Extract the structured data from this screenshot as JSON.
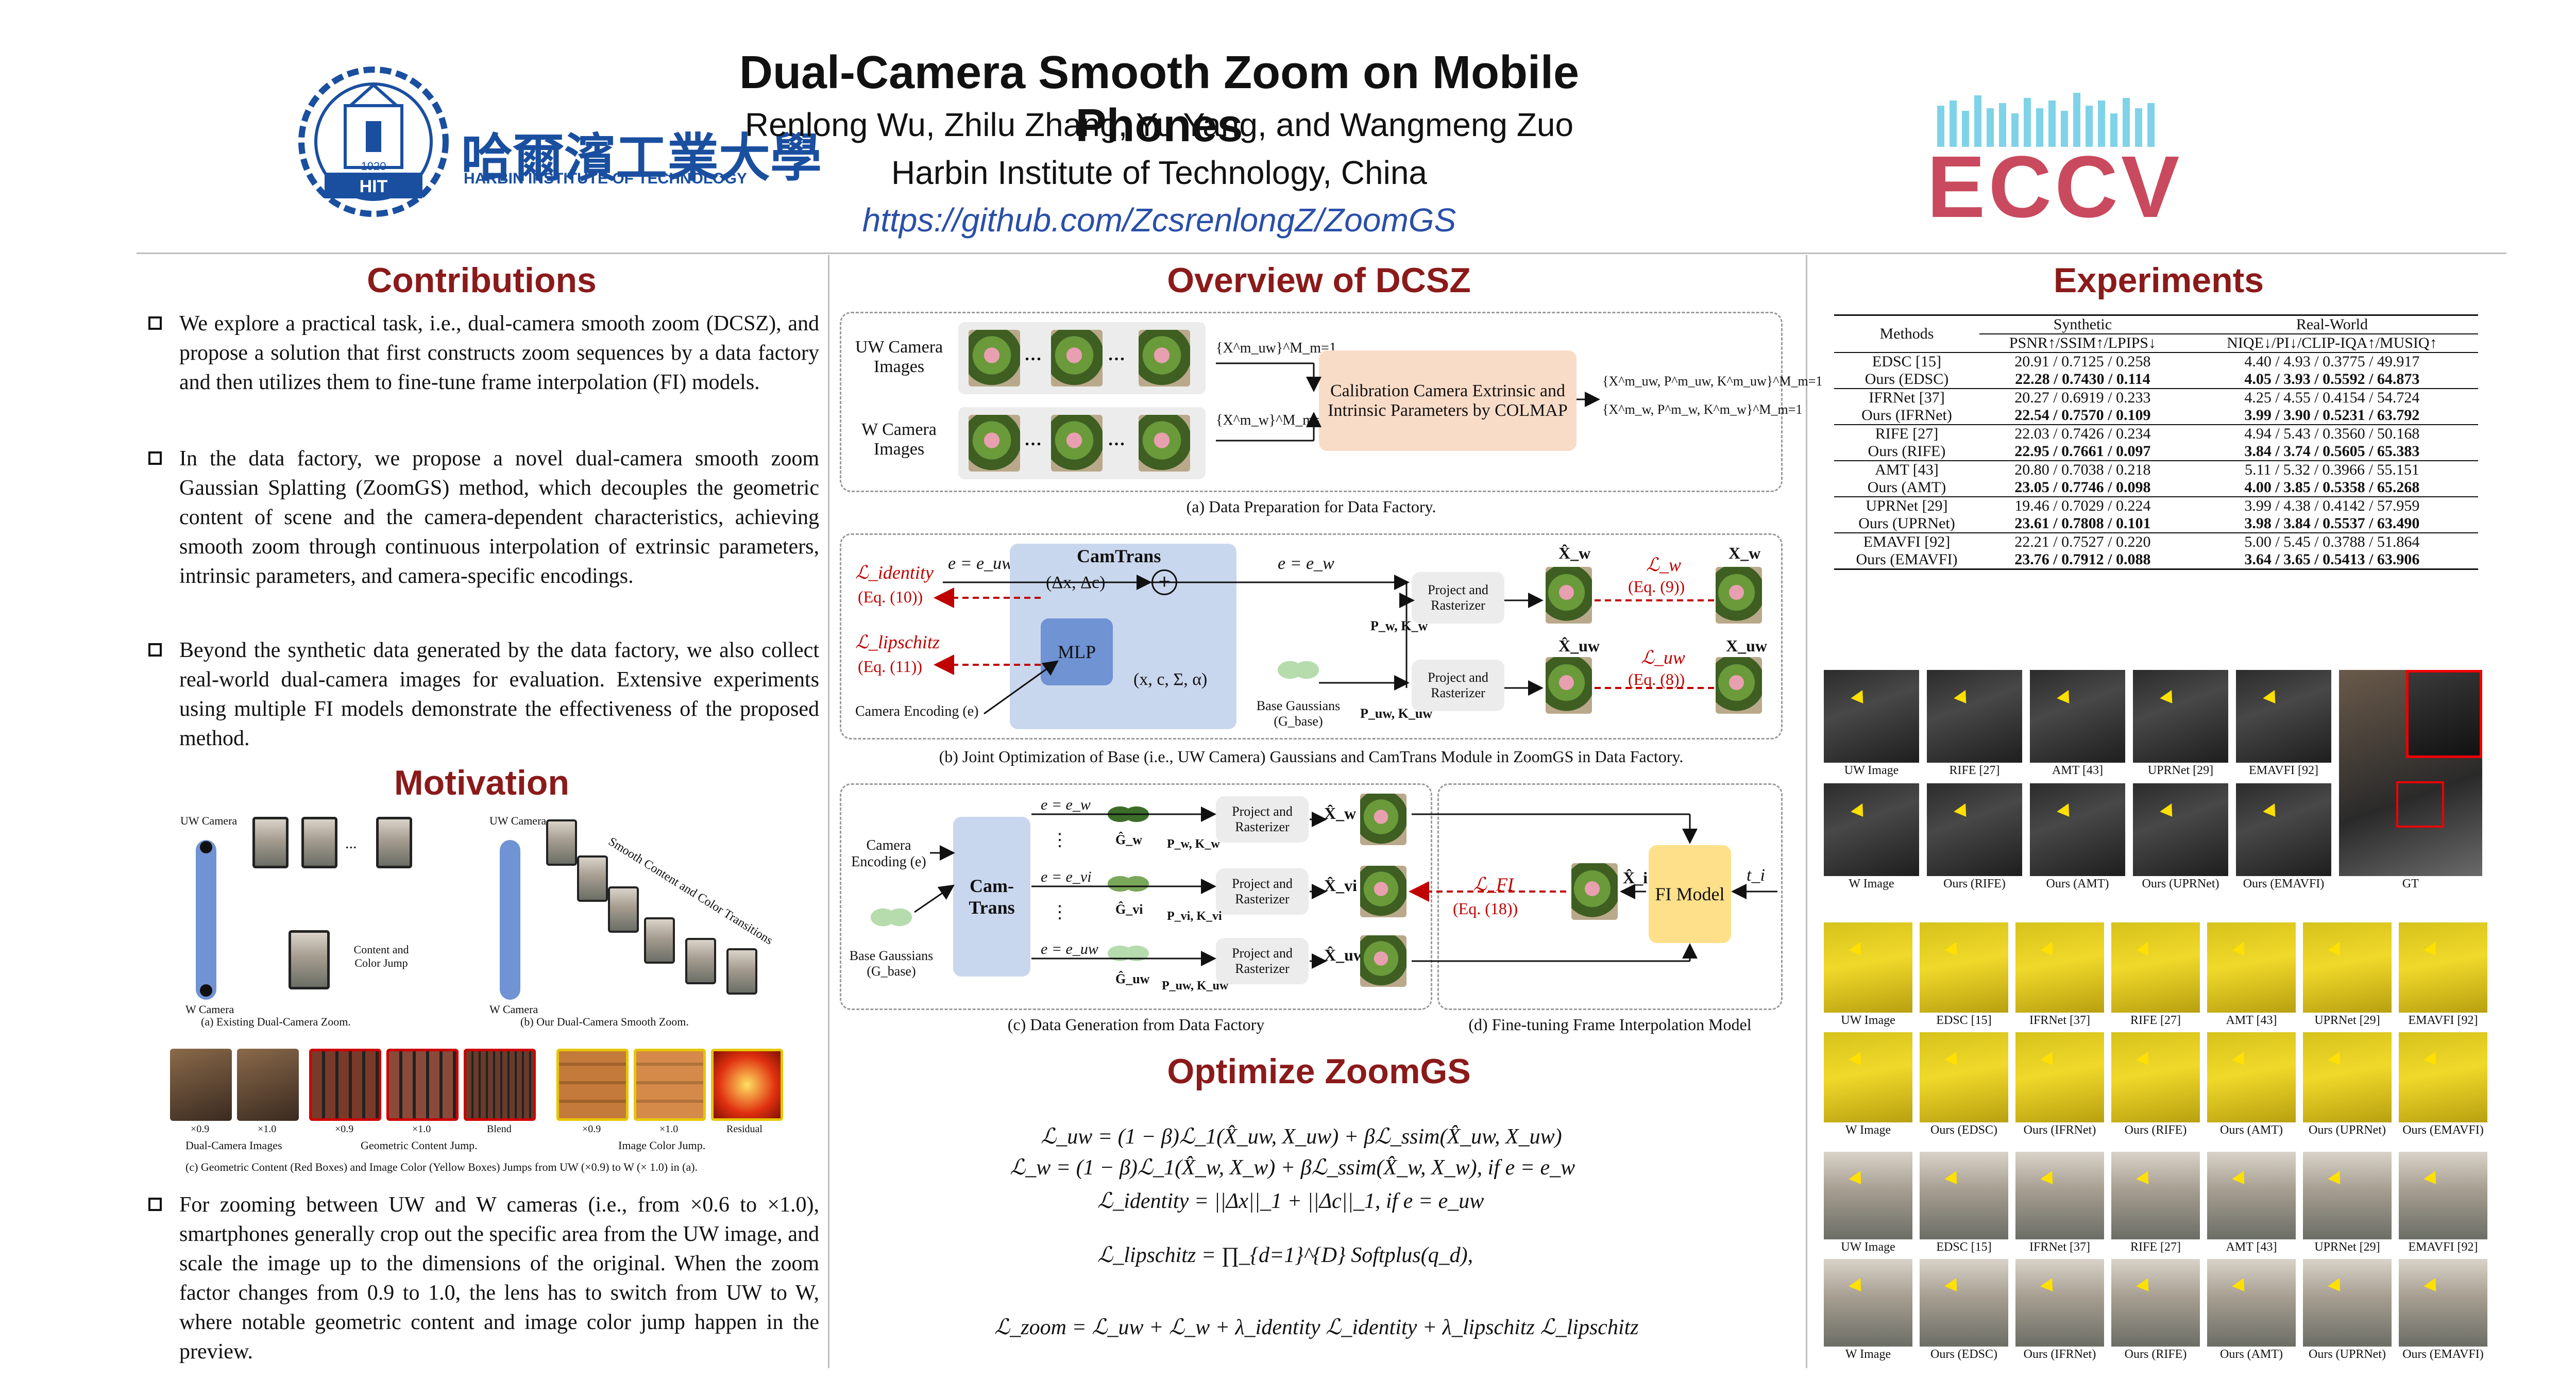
{
  "header": {
    "title": "Dual-Camera Smooth Zoom on Mobile Phones",
    "authors": "Renlong Wu, Zhilu Zhang, Yu Yang, and Wangmeng Zuo",
    "affiliation": "Harbin Institute of Technology, China",
    "link": "https://github.com/ZcsrenlongZ/ZoomGS",
    "hit_logo": {
      "chinese": "哈爾濱工業大學",
      "english": "HARBIN INSTITUTE OF TECHNOLOGY",
      "year": "1920",
      "abbr": "HIT"
    },
    "eccv_logo": "ECCV"
  },
  "contributions": {
    "title": "Contributions",
    "bullets": [
      "We explore a practical task, i.e., dual-camera smooth zoom (DCSZ), and propose a solution that first constructs zoom sequences by a data factory and then utilizes them to fine-tune frame interpolation (FI) models.",
      "In the data factory, we propose a novel dual-camera smooth zoom Gaussian Splatting (ZoomGS) method, which decouples the geometric content of scene and the camera-dependent characteristics, achieving smooth zoom through continuous interpolation of extrinsic parameters, intrinsic parameters, and camera-specific encodings.",
      "Beyond the synthetic data generated by the data factory, we also collect real-world dual-camera images for evaluation. Extensive experiments using multiple FI models demonstrate the effectiveness of the proposed method."
    ]
  },
  "motivation": {
    "title": "Motivation",
    "fig_a": {
      "uw": "UW Camera",
      "w": "W Camera",
      "jump": "Content and Color Jump",
      "cap": "(a) Existing Dual-Camera Zoom.",
      "dots": "..."
    },
    "fig_b": {
      "uw": "UW Camera",
      "w": "W Camera",
      "arc": "Smooth Content and Color Transitions",
      "cap": "(b) Our Dual-Camera Smooth Zoom."
    },
    "fig_c": {
      "g1": {
        "l1": "×0.9",
        "l2": "×1.0",
        "cap": "Dual-Camera Images"
      },
      "g2": {
        "l1": "×0.9",
        "l2": "×1.0",
        "l3": "Blend",
        "cap": "Geometric Content Jump."
      },
      "g3": {
        "l1": "×0.9",
        "l2": "×1.0",
        "l3": "Residual",
        "cap": "Image Color Jump."
      },
      "cap": "(c) Geometric Content (Red Boxes) and Image Color (Yellow Boxes) Jumps from UW (×0.9) to W (× 1.0) in (a)."
    },
    "bullet": "For zooming between UW and W cameras (i.e., from ×0.6 to ×1.0), smartphones generally crop out the specific area from the UW image, and scale the image up to the dimensions of the original. When the zoom factor changes from 0.9 to 1.0, the lens has to switch from UW to W, where notable geometric content and image color jump happen in the preview."
  },
  "overview": {
    "title": "Overview of DCSZ",
    "a": {
      "uw": "UW Camera Images",
      "w": "W Camera Images",
      "dots": "…",
      "set_uw": "{X^m_uw}^M_m=1",
      "set_w": "{X^m_w}^M_m=1",
      "colmap": "Calibration Camera Extrinsic and Intrinsic Parameters by COLMAP",
      "out_uw": "{X^m_uw, P^m_uw, K^m_uw}^M_m=1",
      "out_w": "{X^m_w, P^m_w, K^m_w}^M_m=1",
      "cap": "(a) Data Preparation for Data Factory."
    },
    "b": {
      "l_identity": "ℒ_identity",
      "eq10": "(Eq. (10))",
      "l_lip": "ℒ_lipschitz",
      "eq11": "(Eq. (11))",
      "e_uw": "e = e_uw",
      "e_w": "e = e_w",
      "camtrans": "CamTrans",
      "delta": "(Δx, Δc)",
      "plus": "+",
      "mlp": "MLP",
      "params": "(x, c, Σ, α)",
      "cam_enc": "Camera Encoding (e)",
      "base": "Base Gaussians (G_base)",
      "proj": "Project and Rasterizer",
      "pw": "P_w, K_w",
      "puw": "P_uw, K_uw",
      "xw_hat": "X̂_w",
      "xuw_hat": "X̂_uw",
      "xw": "X_w",
      "xuw": "X_uw",
      "lw": "ℒ_w",
      "eq9": "(Eq. (9))",
      "luw": "ℒ_uw",
      "eq8": "(Eq. (8))",
      "cap": "(b) Joint Optimization of Base (i.e., UW Camera) Gaussians and CamTrans Module in ZoomGS in Data Factory."
    },
    "c": {
      "cam_enc": "Camera Encoding (e)",
      "base": "Base Gaussians (G_base)",
      "camtrans": "Cam-Trans",
      "e1": "e = e_w",
      "e2": "e = e_vi",
      "e3": "e = e_uw",
      "g1": "Ĝ_w",
      "g2": "Ĝ_vi",
      "g3": "Ĝ_uw",
      "p1": "P_w, K_w",
      "p2": "P_vi, K_vi",
      "p3": "P_uw, K_uw",
      "proj": "Project and Rasterizer",
      "x1": "X̂_w",
      "x2": "X̂_vi",
      "x3": "X̂_uw",
      "vdots": "⋮",
      "cap": "(c) Data Generation from Data Factory"
    },
    "d": {
      "lfi": "ℒ_FI",
      "eq18": "(Eq. (18))",
      "xi": "X̂_i",
      "fi": "FI Model",
      "ti": "t_i",
      "cap": "(d) Fine-tuning Frame Interpolation Model"
    }
  },
  "optimize": {
    "title": "Optimize ZoomGS",
    "eqs": [
      "ℒ_uw = (1 − β)ℒ_1(X̂_uw, X_uw) + βℒ_ssim(X̂_uw, X_uw)",
      "ℒ_w = (1 − β)ℒ_1(X̂_w, X_w) + βℒ_ssim(X̂_w, X_w), if e = e_w",
      "ℒ_identity = ||Δx||_1 + ||Δc||_1, if e = e_uw",
      "ℒ_lipschitz = ∏_{d=1}^{D} Softplus(q_d),",
      "ℒ_zoom = ℒ_uw + ℒ_w + λ_identity ℒ_identity + λ_lipschitz ℒ_lipschitz"
    ]
  },
  "experiments": {
    "title": "Experiments",
    "table": {
      "col_methods": "Methods",
      "col_syn": "Synthetic",
      "col_syn_sub": "PSNR↑/SSIM↑/LPIPS↓",
      "col_real": "Real-World",
      "col_real_sub": "NIQE↓/PI↓/CLIP-IQA↑/MUSIQ↑",
      "groups": [
        {
          "base": "EDSC [15]",
          "base_syn": "20.91 / 0.7125 / 0.258",
          "base_real": "4.40 / 4.93 / 0.3775 / 49.917",
          "ours": "Ours (EDSC)",
          "ours_syn": "22.28 / 0.7430 / 0.114",
          "ours_real": "4.05 / 3.93 / 0.5592 / 64.873"
        },
        {
          "base": "IFRNet [37]",
          "base_syn": "20.27 / 0.6919 / 0.233",
          "base_real": "4.25 / 4.55 / 0.4154 / 54.724",
          "ours": "Ours (IFRNet)",
          "ours_syn": "22.54 / 0.7570 / 0.109",
          "ours_real": "3.99 / 3.90 / 0.5231 / 63.792"
        },
        {
          "base": "RIFE [27]",
          "base_syn": "22.03 / 0.7426 / 0.234",
          "base_real": "4.94 / 5.43 / 0.3560 / 50.168",
          "ours": "Ours (RIFE)",
          "ours_syn": "22.95 / 0.7661 / 0.097",
          "ours_real": "3.84 / 3.74 / 0.5605 / 65.383"
        },
        {
          "base": "AMT [43]",
          "base_syn": "20.80 / 0.7038 / 0.218",
          "base_real": "5.11 / 5.32 / 0.3966 / 55.151",
          "ours": "Ours (AMT)",
          "ours_syn": "23.05 / 0.7746 / 0.098",
          "ours_real": "4.00 / 3.85 / 0.5358 / 65.268"
        },
        {
          "base": "UPRNet [29]",
          "base_syn": "19.46 / 0.7029 / 0.224",
          "base_real": "3.99 / 4.38 / 0.4142 / 57.959",
          "ours": "Ours (UPRNet)",
          "ours_syn": "23.61 / 0.7808 / 0.101",
          "ours_real": "3.98 / 3.84 / 0.5537 / 63.490"
        },
        {
          "base": "EMAVFI [92]",
          "base_syn": "22.21 / 0.7527 / 0.220",
          "base_real": "5.00 / 5.45 / 0.3788 / 51.864",
          "ours": "Ours (EMAVFI)",
          "ours_syn": "23.76 / 0.7912 / 0.088",
          "ours_real": "3.64 / 3.65 / 0.5413 / 63.906"
        }
      ]
    },
    "grid1": {
      "row1": [
        "UW Image",
        "RIFE [27]",
        "AMT [43]",
        "UPRNet [29]",
        "EMAVFI [92]"
      ],
      "row2": [
        "W Image",
        "Ours (RIFE)",
        "Ours (AMT)",
        "Ours (UPRNet)",
        "Ours (EMAVFI)"
      ],
      "gt": "GT"
    },
    "grid2": {
      "row1": [
        "UW Image",
        "EDSC [15]",
        "IFRNet [37]",
        "RIFE [27]",
        "AMT [43]",
        "UPRNet [29]",
        "EMAVFI [92]"
      ],
      "row2": [
        "W Image",
        "Ours (EDSC)",
        "Ours (IFRNet)",
        "Ours (RIFE)",
        "Ours (AMT)",
        "Ours (UPRNet)",
        "Ours (EMAVFI)"
      ]
    },
    "grid3": {
      "row1": [
        "UW Image",
        "EDSC [15]",
        "IFRNet [37]",
        "RIFE [27]",
        "AMT [43]",
        "UPRNet [29]",
        "EMAVFI [92]"
      ],
      "row2": [
        "W Image",
        "Ours (EDSC)",
        "Ours (IFRNet)",
        "Ours (RIFE)",
        "Ours (AMT)",
        "Ours (UPRNet)",
        "Ours (EMAVFI)"
      ]
    }
  },
  "colors": {
    "title_red": "#8b1a1a",
    "loss_red": "#c00000",
    "hit_blue": "#1a4fa0",
    "camtrans_bg": "#c9d7ee",
    "colmap_bg": "#f9dcc8",
    "fi_bg": "#ffe08a",
    "mlp_bg": "#6f93d3",
    "link_blue": "#2a4fa8"
  }
}
